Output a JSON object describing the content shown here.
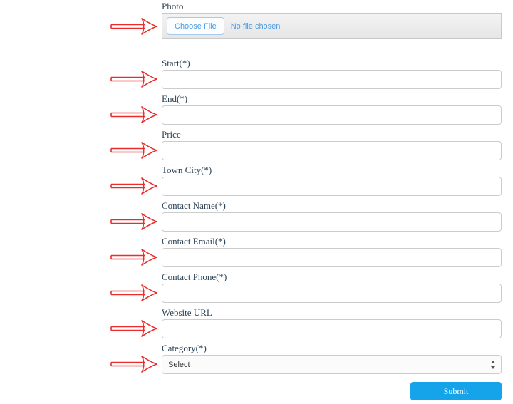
{
  "form": {
    "fields": [
      {
        "label": "Photo",
        "control": "file",
        "button_label": "Choose File",
        "status_text": "No file chosen"
      },
      {
        "label": "Start(*)",
        "control": "text",
        "value": "",
        "placeholder": ""
      },
      {
        "label": "End(*)",
        "control": "text",
        "value": "",
        "placeholder": ""
      },
      {
        "label": "Price",
        "control": "text",
        "value": "",
        "placeholder": ""
      },
      {
        "label": "Town City(*)",
        "control": "text",
        "value": "",
        "placeholder": ""
      },
      {
        "label": "Contact Name(*)",
        "control": "text",
        "value": "",
        "placeholder": ""
      },
      {
        "label": "Contact Email(*)",
        "control": "text",
        "value": "",
        "placeholder": ""
      },
      {
        "label": "Contact Phone(*)",
        "control": "text",
        "value": "",
        "placeholder": ""
      },
      {
        "label": "Website URL",
        "control": "text",
        "value": "",
        "placeholder": ""
      },
      {
        "label": "Category(*)",
        "control": "select",
        "selected_option": "Select"
      }
    ],
    "submit_label": "Submit"
  },
  "annotations": {
    "arrow_icon": "red-outline-arrow-right",
    "arrow_count": 10,
    "arrow_color": "#ee2a2a"
  },
  "colors": {
    "label_text": "#2c4357",
    "input_border": "#cccccc",
    "file_box_bg": "#ececec",
    "file_link_blue": "#4b9be4",
    "submit_bg": "#15a3ea",
    "submit_text": "#ffffff"
  }
}
